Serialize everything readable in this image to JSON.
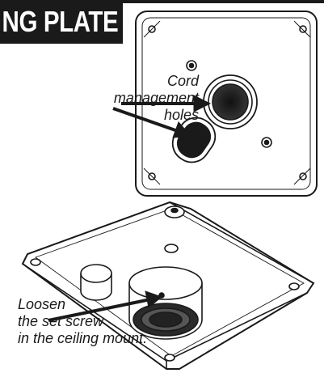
{
  "banner": {
    "text": "NG PLATE"
  },
  "callouts": {
    "cord": [
      "Cord",
      "management",
      "holes"
    ],
    "screw": [
      "Loosen",
      "the set screw",
      "in the ceiling mount."
    ]
  },
  "colors": {
    "ink": "#1a1a1a",
    "paper": "#ffffff"
  }
}
